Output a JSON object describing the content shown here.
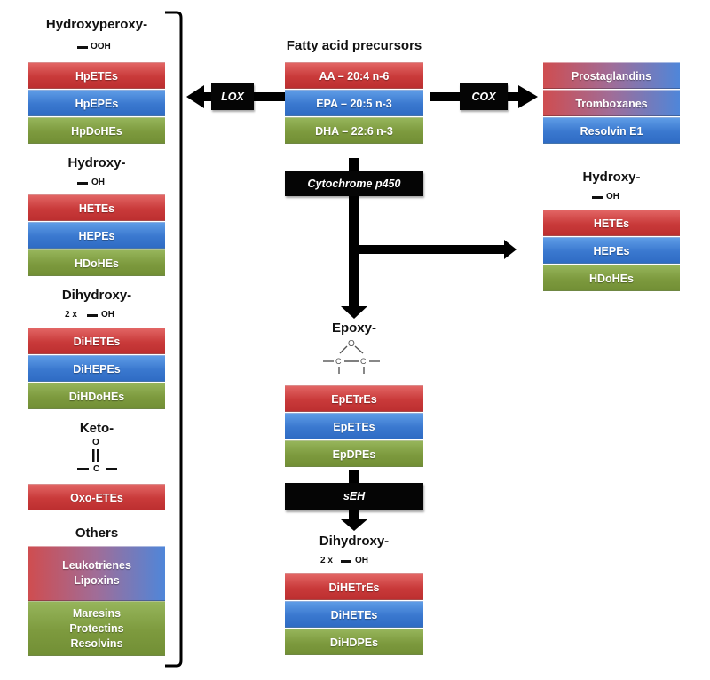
{
  "left_column": {
    "hydroperoxy": {
      "heading": "Hydroxyperoxy-",
      "group": "OOH",
      "items": [
        "HpETEs",
        "HpEPEs",
        "HpDoHEs"
      ]
    },
    "hydroxy": {
      "heading": "Hydroxy-",
      "group": "OH",
      "items": [
        "HETEs",
        "HEPEs",
        "HDoHEs"
      ]
    },
    "dihydroxy": {
      "heading": "Dihydroxy-",
      "multiplier": "2 x",
      "group": "OH",
      "items": [
        "DiHETEs",
        "DiHEPEs",
        "DiHDoHEs"
      ]
    },
    "keto": {
      "heading": "Keto-",
      "atom_o": "O",
      "atom_c": "C",
      "items": [
        "Oxo-ETEs"
      ]
    },
    "others": {
      "heading": "Others",
      "item1_line1": "Leukotrienes",
      "item1_line2": "Lipoxins",
      "item2_line1": "Maresins",
      "item2_line2": "Protectins",
      "item2_line3": "Resolvins"
    }
  },
  "precursors": {
    "heading": "Fatty acid precursors",
    "items": [
      "AA – 20:4 n-6",
      "EPA – 20:5 n-3",
      "DHA – 22:6 n-3"
    ]
  },
  "enzymes": {
    "lox": "LOX",
    "cox": "COX",
    "cyp": "Cytochrome p450",
    "seh": "sEH"
  },
  "cox_products": {
    "items": [
      "Prostaglandins",
      "Tromboxanes",
      "Resolvin E1"
    ]
  },
  "right_hydroxy": {
    "heading": "Hydroxy-",
    "group": "OH",
    "items": [
      "HETEs",
      "HEPEs",
      "HDoHEs"
    ]
  },
  "epoxy": {
    "heading": "Epoxy-",
    "atom_o": "O",
    "atom_c": "C",
    "items": [
      "EpETrEs",
      "EpETEs",
      "EpDPEs"
    ]
  },
  "bottom_dihydroxy": {
    "heading": "Dihydroxy-",
    "multiplier": "2 x",
    "group": "OH",
    "items": [
      "DiHETrEs",
      "DiHETEs",
      "DiHDPEs"
    ]
  },
  "colors": {
    "red": "#c93a3a",
    "blue": "#3a78cf",
    "green": "#7d9a3e",
    "black": "#050505"
  }
}
